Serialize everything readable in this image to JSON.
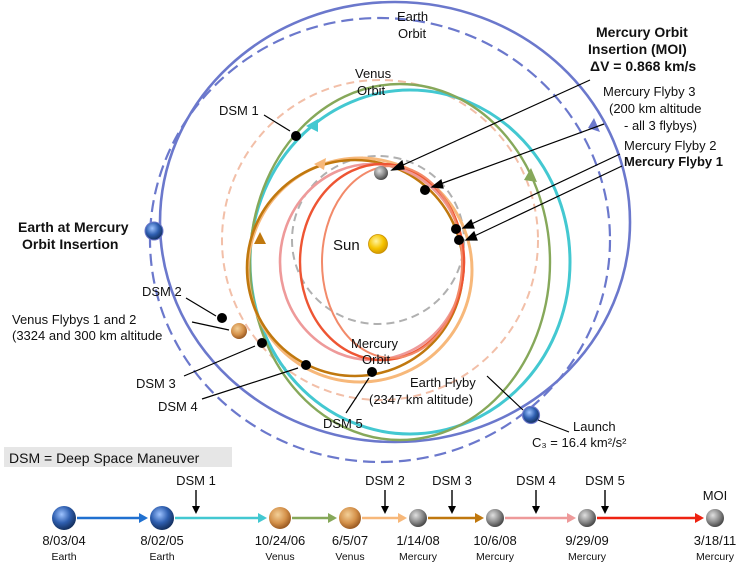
{
  "colors": {
    "earth_orbit": "#6b78cc",
    "venus_orbit": "#f2bfa8",
    "mercury_orbit": "#a8a8a8",
    "cyan_arc": "#43c8d1",
    "green_arc": "#86a85a",
    "orange_light": "#f7b87a",
    "brown_arc": "#c0780e",
    "pink_arc": "#ee9a9a",
    "red_arc": "#ee3322",
    "sun": "#f6c400"
  },
  "labels": {
    "earth_orbit": [
      "Earth",
      "Orbit"
    ],
    "venus_orbit": [
      "Venus",
      "Orbit"
    ],
    "mercury_orbit": [
      "Mercury",
      "Orbit"
    ],
    "sun": "Sun",
    "moi": [
      "Mercury Orbit",
      "Insertion (MOI)",
      "ΔV = 0.868 km/s"
    ],
    "flyby3": [
      "Mercury Flyby 3",
      "(200 km altitude",
      "- all 3 flybys)"
    ],
    "flyby2": "Mercury Flyby 2",
    "flyby1": "Mercury Flyby 1",
    "earth_at_moi": [
      "Earth at Mercury",
      "Orbit Insertion"
    ],
    "dsm1": "DSM 1",
    "dsm2": "DSM 2",
    "dsm3": "DSM 3",
    "dsm4": "DSM 4",
    "dsm5": "DSM 5",
    "venus_flybys": [
      "Venus Flybys 1 and 2",
      "(3324 and 300 km altitude"
    ],
    "earth_flyby": [
      "Earth Flyby",
      "(2347 km altitude)"
    ],
    "launch": [
      "Launch",
      "C₃ = 16.4 km²/s²"
    ],
    "legend_dsm": "DSM = Deep Space Maneuver"
  },
  "timeline": {
    "events": [
      {
        "date": "8/03/04",
        "body": "Earth",
        "kind": "earth"
      },
      {
        "date": "8/02/05",
        "body": "Earth",
        "kind": "earth"
      },
      {
        "date": "10/24/06",
        "body": "Venus",
        "kind": "venus"
      },
      {
        "date": "6/5/07",
        "body": "Venus",
        "kind": "venus"
      },
      {
        "date": "1/14/08",
        "body": "Mercury",
        "kind": "mercury"
      },
      {
        "date": "10/6/08",
        "body": "Mercury",
        "kind": "mercury"
      },
      {
        "date": "9/29/09",
        "body": "Mercury",
        "kind": "mercury"
      },
      {
        "date": "3/18/11",
        "body": "Mercury",
        "kind": "mercury"
      }
    ],
    "dsm_labels": [
      "DSM 1",
      "DSM 2",
      "DSM 3",
      "DSM 4",
      "DSM 5"
    ],
    "moi_label": "MOI"
  }
}
